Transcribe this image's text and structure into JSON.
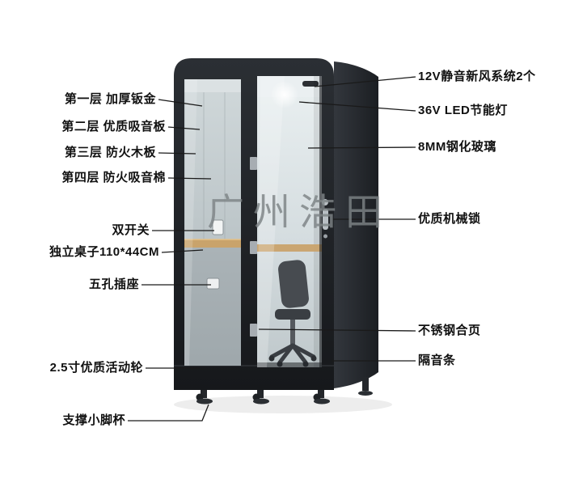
{
  "watermark": {
    "text": "广州浩田"
  },
  "product": {
    "name": "soundproof office booth",
    "colors": {
      "frame": "#212529",
      "side_panel": "#26292e",
      "window_glass": "#c6ced1",
      "door_glass": "#dde4e6",
      "desk": "#c9a36b",
      "label_text": "#111111",
      "leader_line": "#1a1a1a"
    }
  },
  "annotations": {
    "left": [
      {
        "text": "第一层  加厚钣金"
      },
      {
        "text": "第二层  优质吸音板"
      },
      {
        "text": "第三层  防火木板"
      },
      {
        "text": "第四层  防火吸音棉"
      },
      {
        "text": "双开关"
      },
      {
        "text": "独立桌子110*44CM"
      },
      {
        "text": "五孔插座"
      },
      {
        "text": "2.5寸优质活动轮"
      },
      {
        "text": "支撑小脚杯"
      }
    ],
    "right": [
      {
        "text": "12V静音新风系统2个"
      },
      {
        "text": "36V LED节能灯"
      },
      {
        "text": "8MM钢化玻璃"
      },
      {
        "text": "优质机械锁"
      },
      {
        "text": "不锈钢合页"
      },
      {
        "text": "隔音条"
      }
    ]
  }
}
